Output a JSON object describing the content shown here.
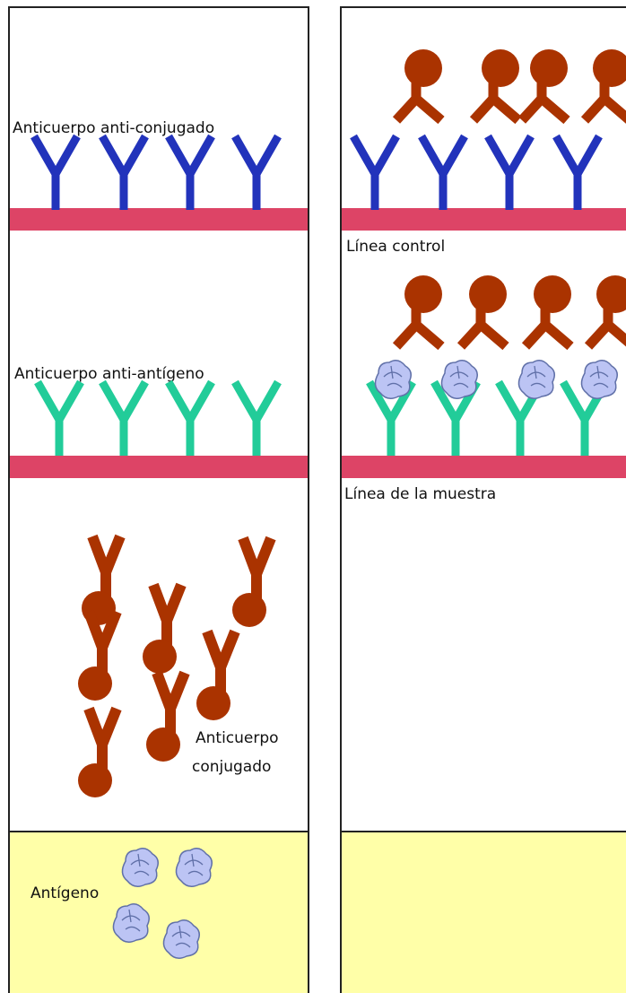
{
  "left_panel": {
    "label_anti_conjugate": "Anticuerpo anti-conjugado",
    "label_anti_antigen": "Anticuerpo anti-antígeno",
    "label_conjugate_line1": "Anticuerpo",
    "label_conjugate_line2": "conjugado",
    "label_antigen": "Antígeno"
  },
  "right_panel": {
    "label_control_line": "Línea control",
    "label_sample_line": "Línea de la muestra"
  },
  "colors": {
    "panel_border": "#222222",
    "membrane_band": "#dd4466",
    "anti_conjugate_antibody": "#2233bb",
    "anti_antigen_antibody": "#22cc99",
    "conjugated_antibody": "#aa3300",
    "antigen": "#bcc4f4",
    "sample_pad": "#ffffa8"
  }
}
